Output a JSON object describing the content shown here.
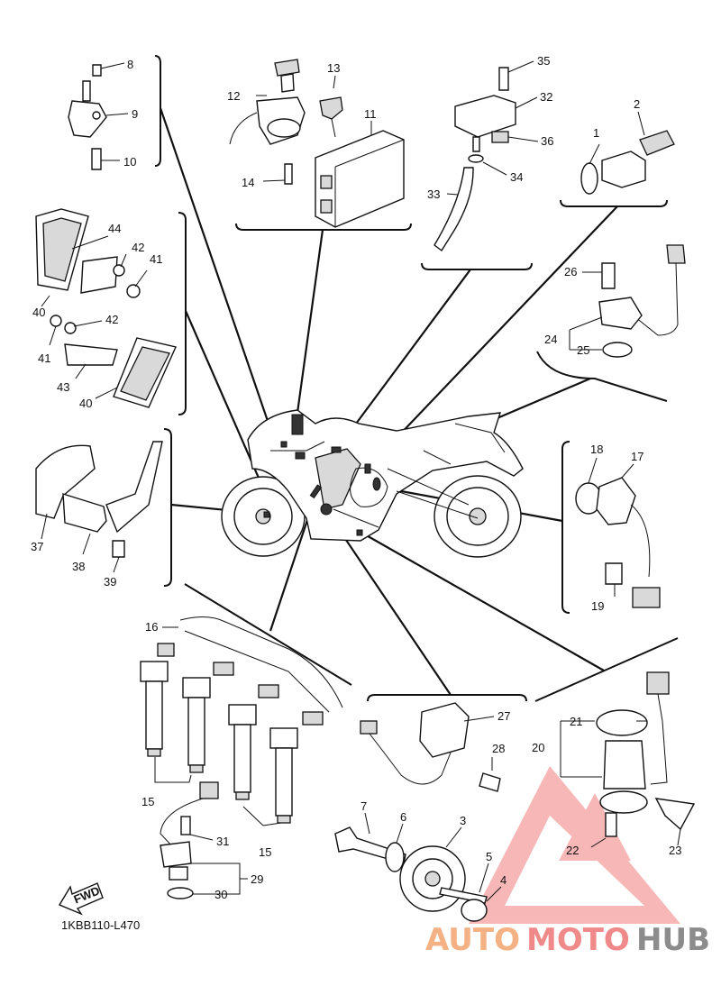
{
  "diagram": {
    "code": "1KBB110-L470",
    "fwd_label": "FWD",
    "callouts": {
      "c1": "1",
      "c2": "2",
      "c3": "3",
      "c4": "4",
      "c5": "5",
      "c6": "6",
      "c7": "7",
      "c8": "8",
      "c9": "9",
      "c10": "10",
      "c11": "11",
      "c12": "12",
      "c13": "13",
      "c14": "14",
      "c15a": "15",
      "c15b": "15",
      "c16": "16",
      "c17": "17",
      "c18": "18",
      "c19": "19",
      "c20": "20",
      "c21": "21",
      "c22": "22",
      "c23": "23",
      "c24": "24",
      "c25": "25",
      "c26": "26",
      "c27": "27",
      "c28": "28",
      "c29": "29",
      "c30": "30",
      "c31": "31",
      "c32": "32",
      "c33": "33",
      "c34": "34",
      "c35": "35",
      "c36": "36",
      "c37": "37",
      "c38": "38",
      "c39": "39",
      "c40a": "40",
      "c40b": "40",
      "c41a": "41",
      "c41b": "41",
      "c42a": "42",
      "c42b": "42",
      "c43": "43",
      "c44": "44"
    }
  },
  "watermark": {
    "part1": "AUTO",
    "part2": "MOTO",
    "part3": "HUB",
    "colors": {
      "auto": "#f4b183",
      "moto": "#f08a8a",
      "hub": "#8c8c8c",
      "triangle": "#f6a0a0"
    }
  }
}
